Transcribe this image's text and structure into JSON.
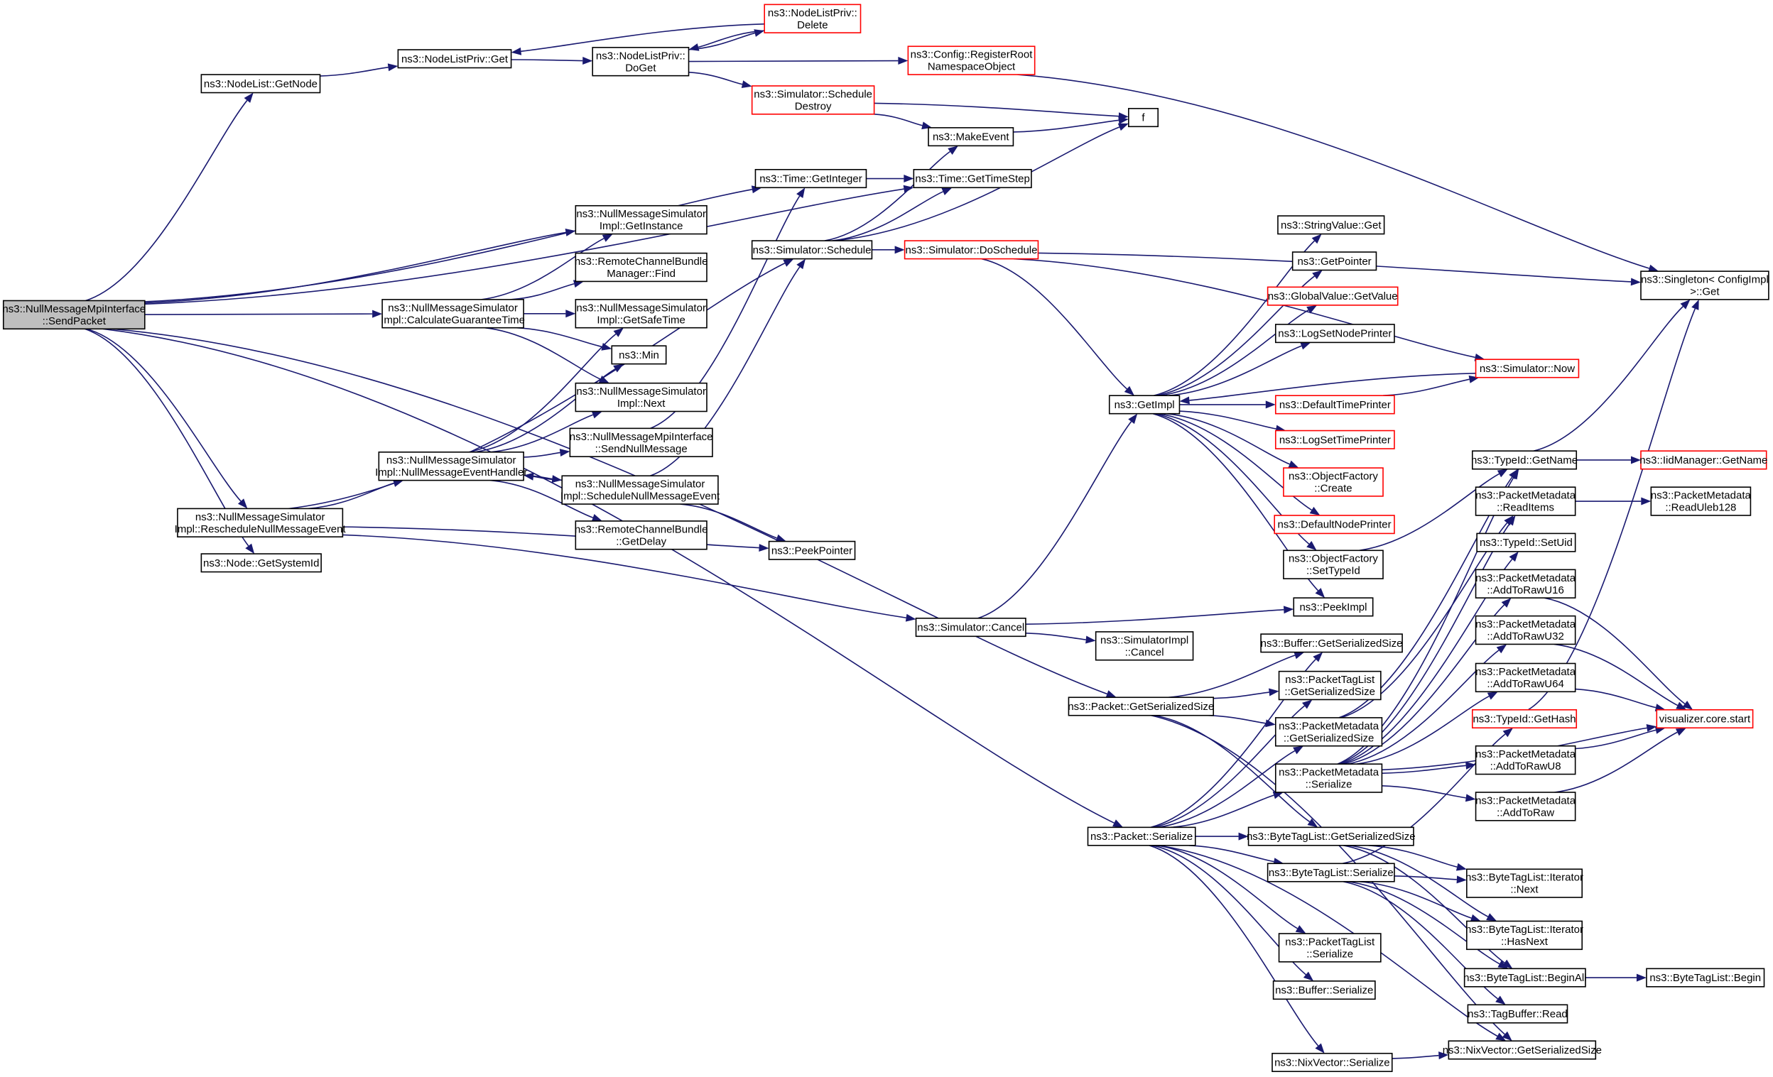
{
  "title": "ns3::NullMessageMpiInterface::SendPacket call graph",
  "colors": {
    "edge": "#191970",
    "node_border": "#000000",
    "missing_border": "#ff0000",
    "root_fill": "#bfbfbf"
  },
  "nodes": [
    {
      "id": "root",
      "lines": [
        "ns3::NullMessageMpiInterface",
        "::SendPacket"
      ],
      "style": "root"
    },
    {
      "id": "nodelist_getnode",
      "lines": [
        "ns3::NodeList::GetNode"
      ],
      "style": "normal"
    },
    {
      "id": "nodelistpriv_get",
      "lines": [
        "ns3::NodeListPriv::Get"
      ],
      "style": "normal"
    },
    {
      "id": "nodelistpriv_doget",
      "lines": [
        "ns3::NodeListPriv::",
        "DoGet"
      ],
      "style": "normal"
    },
    {
      "id": "nodelistpriv_delete",
      "lines": [
        "ns3::NodeListPriv::",
        "Delete"
      ],
      "style": "red"
    },
    {
      "id": "config_register",
      "lines": [
        "ns3::Config::RegisterRoot",
        "NamespaceObject"
      ],
      "style": "red"
    },
    {
      "id": "sim_scheddestroy",
      "lines": [
        "ns3::Simulator::Schedule",
        "Destroy"
      ],
      "style": "red"
    },
    {
      "id": "f",
      "lines": [
        "f"
      ],
      "style": "normal"
    },
    {
      "id": "makeevent",
      "lines": [
        "ns3::MakeEvent"
      ],
      "style": "normal"
    },
    {
      "id": "time_getinteger",
      "lines": [
        "ns3::Time::GetInteger"
      ],
      "style": "normal"
    },
    {
      "id": "time_gettimestep",
      "lines": [
        "ns3::Time::GetTimeStep"
      ],
      "style": "normal"
    },
    {
      "id": "nms_getinstance",
      "lines": [
        "ns3::NullMessageSimulator",
        "Impl::GetInstance"
      ],
      "style": "normal"
    },
    {
      "id": "rcbm_find",
      "lines": [
        "ns3::RemoteChannelBundle",
        "Manager::Find"
      ],
      "style": "normal"
    },
    {
      "id": "nms_calcguarantee",
      "lines": [
        "ns3::NullMessageSimulator",
        "Impl::CalculateGuaranteeTime"
      ],
      "style": "normal"
    },
    {
      "id": "nms_getsafetime",
      "lines": [
        "ns3::NullMessageSimulator",
        "Impl::GetSafeTime"
      ],
      "style": "normal"
    },
    {
      "id": "min",
      "lines": [
        "ns3::Min"
      ],
      "style": "normal"
    },
    {
      "id": "nms_next",
      "lines": [
        "ns3::NullMessageSimulator",
        "Impl::Next"
      ],
      "style": "normal"
    },
    {
      "id": "nmmi_sendnull",
      "lines": [
        "ns3::NullMessageMpiInterface",
        "::SendNullMessage"
      ],
      "style": "normal"
    },
    {
      "id": "nms_handler",
      "lines": [
        "ns3::NullMessageSimulator",
        "Impl::NullMessageEventHandler"
      ],
      "style": "normal"
    },
    {
      "id": "nms_schedulenull",
      "lines": [
        "ns3::NullMessageSimulator",
        "Impl::ScheduleNullMessageEvent"
      ],
      "style": "normal"
    },
    {
      "id": "rcb_getdelay",
      "lines": [
        "ns3::RemoteChannelBundle",
        "::GetDelay"
      ],
      "style": "normal"
    },
    {
      "id": "nms_reschedule",
      "lines": [
        "ns3::NullMessageSimulator",
        "Impl::RescheduleNullMessageEvent"
      ],
      "style": "normal"
    },
    {
      "id": "node_getsystemid",
      "lines": [
        "ns3::Node::GetSystemId"
      ],
      "style": "normal"
    },
    {
      "id": "peekpointer",
      "lines": [
        "ns3::PeekPointer"
      ],
      "style": "normal"
    },
    {
      "id": "sim_schedule",
      "lines": [
        "ns3::Simulator::Schedule"
      ],
      "style": "normal"
    },
    {
      "id": "sim_doschedule",
      "lines": [
        "ns3::Simulator::DoSchedule"
      ],
      "style": "red"
    },
    {
      "id": "getimpl",
      "lines": [
        "ns3::GetImpl"
      ],
      "style": "normal"
    },
    {
      "id": "stringvalue_get",
      "lines": [
        "ns3::StringValue::Get"
      ],
      "style": "normal"
    },
    {
      "id": "getpointer",
      "lines": [
        "ns3::GetPointer"
      ],
      "style": "normal"
    },
    {
      "id": "globalvalue_getvalue",
      "lines": [
        "ns3::GlobalValue::GetValue"
      ],
      "style": "red"
    },
    {
      "id": "logsetnodeprinter",
      "lines": [
        "ns3::LogSetNodePrinter"
      ],
      "style": "normal"
    },
    {
      "id": "sim_now",
      "lines": [
        "ns3::Simulator::Now"
      ],
      "style": "red"
    },
    {
      "id": "defaulttimeprinter",
      "lines": [
        "ns3::DefaultTimePrinter"
      ],
      "style": "red"
    },
    {
      "id": "logsettimeprinter",
      "lines": [
        "ns3::LogSetTimePrinter"
      ],
      "style": "red"
    },
    {
      "id": "objfactory_create",
      "lines": [
        "ns3::ObjectFactory",
        "::Create"
      ],
      "style": "red"
    },
    {
      "id": "defaultnodeprinter",
      "lines": [
        "ns3::DefaultNodePrinter"
      ],
      "style": "red"
    },
    {
      "id": "objfactory_settypeid",
      "lines": [
        "ns3::ObjectFactory",
        "::SetTypeId"
      ],
      "style": "normal"
    },
    {
      "id": "peekimpl",
      "lines": [
        "ns3::PeekImpl"
      ],
      "style": "normal"
    },
    {
      "id": "singleton_get",
      "lines": [
        "ns3::Singleton< ConfigImpl",
        ">::Get"
      ],
      "style": "normal"
    },
    {
      "id": "sim_cancel",
      "lines": [
        "ns3::Simulator::Cancel"
      ],
      "style": "normal"
    },
    {
      "id": "simimpl_cancel",
      "lines": [
        "ns3::SimulatorImpl",
        "::Cancel"
      ],
      "style": "normal"
    },
    {
      "id": "packet_getsersize",
      "lines": [
        "ns3::Packet::GetSerializedSize"
      ],
      "style": "normal"
    },
    {
      "id": "packet_serialize",
      "lines": [
        "ns3::Packet::Serialize"
      ],
      "style": "normal"
    },
    {
      "id": "buffer_getsersize",
      "lines": [
        "ns3::Buffer::GetSerializedSize"
      ],
      "style": "normal"
    },
    {
      "id": "ptl_getsersize",
      "lines": [
        "ns3::PacketTagList",
        "::GetSerializedSize"
      ],
      "style": "normal"
    },
    {
      "id": "pm_getsersize",
      "lines": [
        "ns3::PacketMetadata",
        "::GetSerializedSize"
      ],
      "style": "normal"
    },
    {
      "id": "pm_serialize",
      "lines": [
        "ns3::PacketMetadata",
        "::Serialize"
      ],
      "style": "normal"
    },
    {
      "id": "btl_getsersize",
      "lines": [
        "ns3::ByteTagList::GetSerializedSize"
      ],
      "style": "normal"
    },
    {
      "id": "btl_serialize",
      "lines": [
        "ns3::ByteTagList::Serialize"
      ],
      "style": "normal"
    },
    {
      "id": "ptl_serialize",
      "lines": [
        "ns3::PacketTagList",
        "::Serialize"
      ],
      "style": "normal"
    },
    {
      "id": "buffer_serialize",
      "lines": [
        "ns3::Buffer::Serialize"
      ],
      "style": "normal"
    },
    {
      "id": "nix_serialize",
      "lines": [
        "ns3::NixVector::Serialize"
      ],
      "style": "normal"
    },
    {
      "id": "nix_getsersize",
      "lines": [
        "ns3::NixVector::GetSerializedSize"
      ],
      "style": "normal"
    },
    {
      "id": "typeid_getname",
      "lines": [
        "ns3::TypeId::GetName"
      ],
      "style": "normal"
    },
    {
      "id": "iidmanager_getname",
      "lines": [
        "ns3::IidManager::GetName"
      ],
      "style": "red"
    },
    {
      "id": "pm_readitems",
      "lines": [
        "ns3::PacketMetadata",
        "::ReadItems"
      ],
      "style": "normal"
    },
    {
      "id": "pm_readuleb",
      "lines": [
        "ns3::PacketMetadata",
        "::ReadUleb128"
      ],
      "style": "normal"
    },
    {
      "id": "typeid_setuid",
      "lines": [
        "ns3::TypeId::SetUid"
      ],
      "style": "normal"
    },
    {
      "id": "pm_addu16",
      "lines": [
        "ns3::PacketMetadata",
        "::AddToRawU16"
      ],
      "style": "normal"
    },
    {
      "id": "pm_addu32",
      "lines": [
        "ns3::PacketMetadata",
        "::AddToRawU32"
      ],
      "style": "normal"
    },
    {
      "id": "pm_addu64",
      "lines": [
        "ns3::PacketMetadata",
        "::AddToRawU64"
      ],
      "style": "normal"
    },
    {
      "id": "typeid_gethash",
      "lines": [
        "ns3::TypeId::GetHash"
      ],
      "style": "red"
    },
    {
      "id": "visualizer_start",
      "lines": [
        "visualizer.core.start"
      ],
      "style": "red"
    },
    {
      "id": "pm_addu8",
      "lines": [
        "ns3::PacketMetadata",
        "::AddToRawU8"
      ],
      "style": "normal"
    },
    {
      "id": "pm_addraw",
      "lines": [
        "ns3::PacketMetadata",
        "::AddToRaw"
      ],
      "style": "normal"
    },
    {
      "id": "btl_iter_next",
      "lines": [
        "ns3::ByteTagList::Iterator",
        "::Next"
      ],
      "style": "normal"
    },
    {
      "id": "btl_iter_hasnext",
      "lines": [
        "ns3::ByteTagList::Iterator",
        "::HasNext"
      ],
      "style": "normal"
    },
    {
      "id": "btl_beginall",
      "lines": [
        "ns3::ByteTagList::BeginAll"
      ],
      "style": "normal"
    },
    {
      "id": "btl_begin",
      "lines": [
        "ns3::ByteTagList::Begin"
      ],
      "style": "normal"
    },
    {
      "id": "tagbuffer_read",
      "lines": [
        "ns3::TagBuffer::Read"
      ],
      "style": "normal"
    }
  ],
  "edges": [
    [
      "root",
      "nodelist_getnode"
    ],
    [
      "root",
      "time_gettimestep"
    ],
    [
      "root",
      "time_getinteger"
    ],
    [
      "root",
      "nms_getinstance"
    ],
    [
      "root",
      "nms_calcguarantee"
    ],
    [
      "root",
      "nms_reschedule"
    ],
    [
      "root",
      "node_getsystemid"
    ],
    [
      "root",
      "packet_getsersize"
    ],
    [
      "root",
      "packet_serialize"
    ],
    [
      "nodelist_getnode",
      "nodelistpriv_get"
    ],
    [
      "nodelistpriv_get",
      "nodelistpriv_doget"
    ],
    [
      "nodelistpriv_delete",
      "nodelistpriv_get"
    ],
    [
      "nodelistpriv_doget",
      "nodelistpriv_delete"
    ],
    [
      "nodelistpriv_delete",
      "nodelistpriv_doget"
    ],
    [
      "nodelistpriv_doget",
      "config_register"
    ],
    [
      "nodelistpriv_doget",
      "sim_scheddestroy"
    ],
    [
      "config_register",
      "singleton_get"
    ],
    [
      "sim_scheddestroy",
      "f"
    ],
    [
      "sim_scheddestroy",
      "makeevent"
    ],
    [
      "makeevent",
      "f"
    ],
    [
      "time_getinteger",
      "time_gettimestep"
    ],
    [
      "nms_calcguarantee",
      "nms_getinstance"
    ],
    [
      "nms_calcguarantee",
      "rcbm_find"
    ],
    [
      "nms_calcguarantee",
      "nms_getsafetime"
    ],
    [
      "nms_calcguarantee",
      "min"
    ],
    [
      "nms_calcguarantee",
      "nms_next"
    ],
    [
      "nms_reschedule",
      "nms_handler"
    ],
    [
      "nms_reschedule",
      "sim_schedule"
    ],
    [
      "nms_reschedule",
      "peekpointer"
    ],
    [
      "nms_reschedule",
      "sim_cancel"
    ],
    [
      "nms_handler",
      "nms_getsafetime"
    ],
    [
      "nms_handler",
      "min"
    ],
    [
      "nms_handler",
      "nms_next"
    ],
    [
      "nms_handler",
      "nmmi_sendnull"
    ],
    [
      "nms_handler",
      "nms_schedulenull"
    ],
    [
      "nms_handler",
      "rcb_getdelay"
    ],
    [
      "nms_schedulenull",
      "nms_handler"
    ],
    [
      "nms_schedulenull",
      "peekpointer"
    ],
    [
      "nms_schedulenull",
      "sim_schedule"
    ],
    [
      "nmmi_sendnull",
      "time_getinteger"
    ],
    [
      "sim_schedule",
      "makeevent"
    ],
    [
      "sim_schedule",
      "time_gettimestep"
    ],
    [
      "sim_schedule",
      "sim_doschedule"
    ],
    [
      "sim_schedule",
      "f"
    ],
    [
      "sim_doschedule",
      "getimpl"
    ],
    [
      "sim_doschedule",
      "singleton_get"
    ],
    [
      "sim_doschedule",
      "sim_now"
    ],
    [
      "getimpl",
      "stringvalue_get"
    ],
    [
      "getimpl",
      "getpointer"
    ],
    [
      "getimpl",
      "globalvalue_getvalue"
    ],
    [
      "getimpl",
      "logsetnodeprinter"
    ],
    [
      "getimpl",
      "defaulttimeprinter"
    ],
    [
      "getimpl",
      "logsettimeprinter"
    ],
    [
      "getimpl",
      "objfactory_create"
    ],
    [
      "getimpl",
      "defaultnodeprinter"
    ],
    [
      "getimpl",
      "objfactory_settypeid"
    ],
    [
      "getimpl",
      "peekimpl"
    ],
    [
      "sim_now",
      "getimpl"
    ],
    [
      "defaulttimeprinter",
      "sim_now"
    ],
    [
      "objfactory_settypeid",
      "typeid_getname"
    ],
    [
      "sim_cancel",
      "getimpl"
    ],
    [
      "sim_cancel",
      "peekimpl"
    ],
    [
      "sim_cancel",
      "simimpl_cancel"
    ],
    [
      "packet_getsersize",
      "buffer_getsersize"
    ],
    [
      "packet_getsersize",
      "ptl_getsersize"
    ],
    [
      "packet_getsersize",
      "pm_getsersize"
    ],
    [
      "packet_getsersize",
      "btl_getsersize"
    ],
    [
      "packet_getsersize",
      "nix_getsersize"
    ],
    [
      "packet_serialize",
      "buffer_getsersize"
    ],
    [
      "packet_serialize",
      "ptl_getsersize"
    ],
    [
      "packet_serialize",
      "pm_getsersize"
    ],
    [
      "packet_serialize",
      "pm_serialize"
    ],
    [
      "packet_serialize",
      "btl_getsersize"
    ],
    [
      "packet_serialize",
      "btl_serialize"
    ],
    [
      "packet_serialize",
      "ptl_serialize"
    ],
    [
      "packet_serialize",
      "buffer_serialize"
    ],
    [
      "packet_serialize",
      "nix_serialize"
    ],
    [
      "packet_serialize",
      "nix_getsersize"
    ],
    [
      "pm_getsersize",
      "typeid_getname"
    ],
    [
      "pm_getsersize",
      "pm_readitems"
    ],
    [
      "pm_serialize",
      "typeid_getname"
    ],
    [
      "pm_serialize",
      "pm_readitems"
    ],
    [
      "pm_serialize",
      "typeid_setuid"
    ],
    [
      "pm_serialize",
      "pm_addu16"
    ],
    [
      "pm_serialize",
      "pm_addu32"
    ],
    [
      "pm_serialize",
      "pm_addu64"
    ],
    [
      "pm_serialize",
      "pm_addu8"
    ],
    [
      "pm_serialize",
      "pm_addraw"
    ],
    [
      "pm_serialize",
      "visualizer_start"
    ],
    [
      "typeid_getname",
      "iidmanager_getname"
    ],
    [
      "typeid_getname",
      "singleton_get"
    ],
    [
      "pm_readitems",
      "pm_readuleb"
    ],
    [
      "pm_addu16",
      "visualizer_start"
    ],
    [
      "pm_addu32",
      "visualizer_start"
    ],
    [
      "pm_addu64",
      "visualizer_start"
    ],
    [
      "pm_addu8",
      "visualizer_start"
    ],
    [
      "pm_addraw",
      "visualizer_start"
    ],
    [
      "typeid_gethash",
      "singleton_get"
    ],
    [
      "btl_getsersize",
      "btl_iter_next"
    ],
    [
      "btl_getsersize",
      "btl_iter_hasnext"
    ],
    [
      "btl_getsersize",
      "btl_beginall"
    ],
    [
      "btl_serialize",
      "typeid_gethash"
    ],
    [
      "btl_serialize",
      "btl_iter_next"
    ],
    [
      "btl_serialize",
      "btl_iter_hasnext"
    ],
    [
      "btl_serialize",
      "btl_beginall"
    ],
    [
      "btl_serialize",
      "tagbuffer_read"
    ],
    [
      "btl_beginall",
      "btl_begin"
    ],
    [
      "nix_serialize",
      "nix_getsersize"
    ]
  ]
}
